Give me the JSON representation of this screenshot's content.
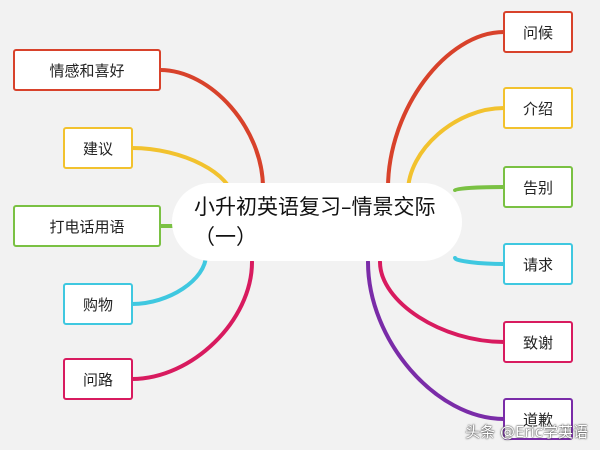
{
  "center": {
    "title": "小升初英语复习–情景交际（一）"
  },
  "left_branches": [
    {
      "label": "情感和喜好",
      "color": "#d8422b"
    },
    {
      "label": "建议",
      "color": "#f2c22e"
    },
    {
      "label": "打电话用语",
      "color": "#7ac143"
    },
    {
      "label": "购物",
      "color": "#3fc8e0"
    },
    {
      "label": "问路",
      "color": "#d81b5f"
    }
  ],
  "right_branches": [
    {
      "label": "问候",
      "color": "#d8422b"
    },
    {
      "label": "介绍",
      "color": "#f2c22e"
    },
    {
      "label": "告别",
      "color": "#7ac143"
    },
    {
      "label": "请求",
      "color": "#3fc8e0"
    },
    {
      "label": "致谢",
      "color": "#d81b5f"
    },
    {
      "label": "道歉",
      "color": "#7a2ca8"
    }
  ],
  "watermark": "头条 @Eric学英语"
}
